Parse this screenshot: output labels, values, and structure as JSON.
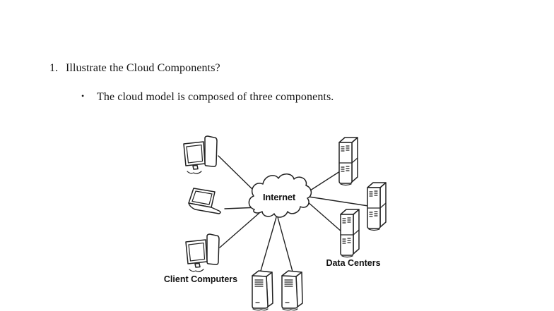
{
  "page": {
    "type": "document-page-with-figure",
    "background_color": "#ffffff",
    "text_color": "#141414"
  },
  "question": {
    "number": "1.",
    "text": "Illustrate the Cloud Components?"
  },
  "bullet": {
    "marker": "•",
    "text": "The cloud model is composed of three components."
  },
  "diagram": {
    "kind": "cloud-components-network-diagram",
    "internet_label": "Internet",
    "client_label": "Client Computers",
    "datacenter_label": "Data Centers",
    "stroke_color": "#222222",
    "nodes": [
      {
        "id": "client-desktop-top",
        "icon": "desktop-computer-icon",
        "group": "Client Computers"
      },
      {
        "id": "client-laptop",
        "icon": "laptop-icon",
        "group": "Client Computers"
      },
      {
        "id": "client-desktop-bottom",
        "icon": "desktop-computer-icon",
        "group": "Client Computers"
      },
      {
        "id": "internet-cloud",
        "icon": "cloud-icon",
        "label": "Internet"
      },
      {
        "id": "datacenter-rack-top-right",
        "icon": "server-rack-icon",
        "group": "Data Centers"
      },
      {
        "id": "datacenter-rack-right",
        "icon": "server-rack-icon",
        "group": "Data Centers"
      },
      {
        "id": "datacenter-rack-mid-right",
        "icon": "server-rack-icon",
        "group": "Data Centers"
      },
      {
        "id": "server-tower-bottom-left",
        "icon": "tower-server-icon",
        "group": "Data Centers"
      },
      {
        "id": "server-tower-bottom-right",
        "icon": "tower-server-icon",
        "group": "Data Centers"
      }
    ],
    "edges": [
      {
        "from": "client-desktop-top",
        "to": "internet-cloud"
      },
      {
        "from": "client-laptop",
        "to": "internet-cloud"
      },
      {
        "from": "client-desktop-bottom",
        "to": "internet-cloud"
      },
      {
        "from": "internet-cloud",
        "to": "server-tower-bottom-left"
      },
      {
        "from": "internet-cloud",
        "to": "server-tower-bottom-right"
      },
      {
        "from": "internet-cloud",
        "to": "datacenter-rack-top-right"
      },
      {
        "from": "internet-cloud",
        "to": "datacenter-rack-right"
      },
      {
        "from": "internet-cloud",
        "to": "datacenter-rack-mid-right"
      }
    ]
  }
}
